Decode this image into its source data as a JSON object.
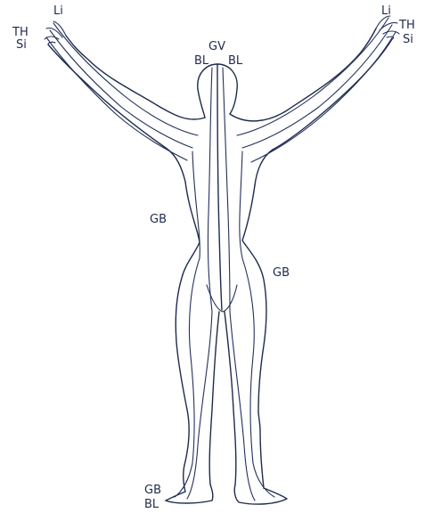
{
  "labels": {
    "left_hand": {
      "li": "Li",
      "th": "TH",
      "si": "Si"
    },
    "right_hand": {
      "li": "Li",
      "th": "TH",
      "si": "Si"
    },
    "head": {
      "gv": "GV",
      "bl_left": "BL",
      "bl_right": "BL"
    },
    "gb_left_side": "GB",
    "gb_right_hip": "GB",
    "feet": {
      "gb": "GB",
      "bl": "BL"
    }
  },
  "colors": {
    "ink": "#1f2b4d",
    "background": "#ffffff"
  }
}
